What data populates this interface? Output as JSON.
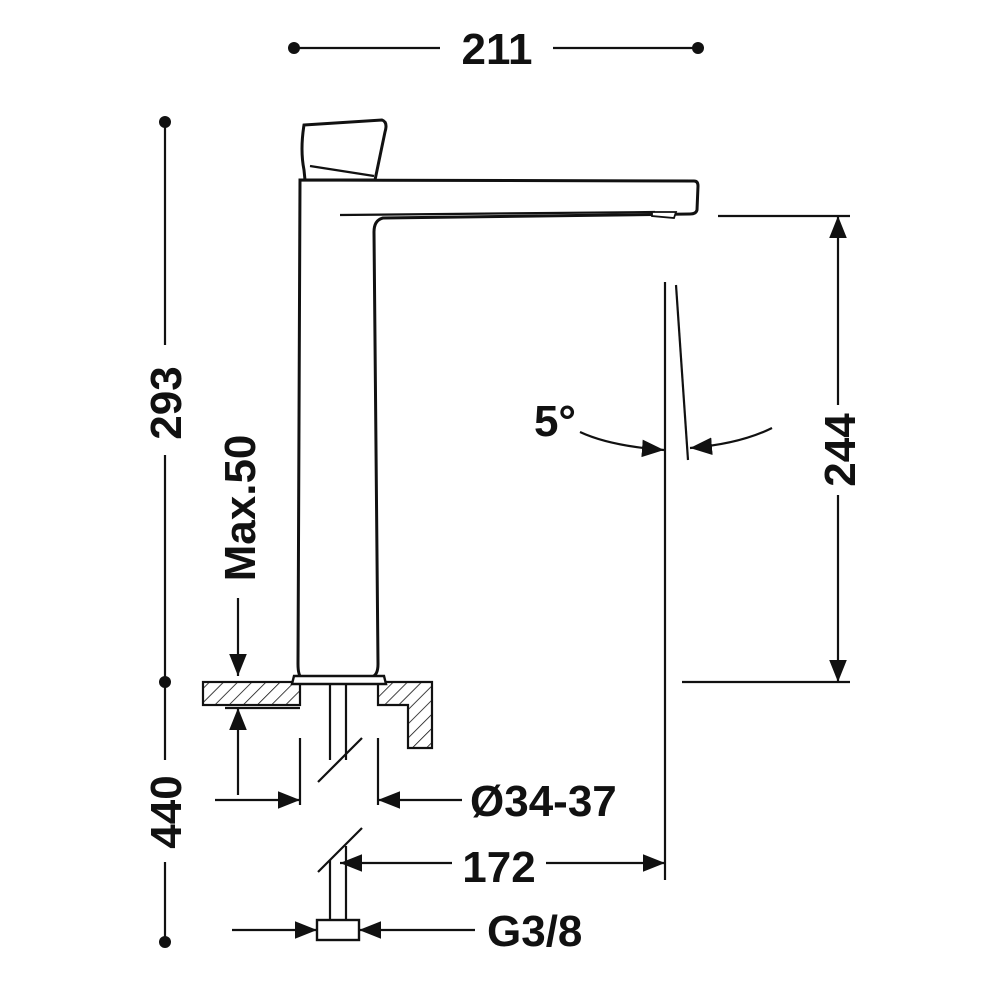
{
  "dimensions": {
    "width_total": "211",
    "height_total": "293",
    "height_spout": "244",
    "height_below": "440",
    "max_deck": "Max.50",
    "hole_diameter": "Ø34-37",
    "spout_reach": "172",
    "connection": "G3/8",
    "angle": "5°"
  },
  "colors": {
    "line": "#111111",
    "background": "#ffffff"
  }
}
